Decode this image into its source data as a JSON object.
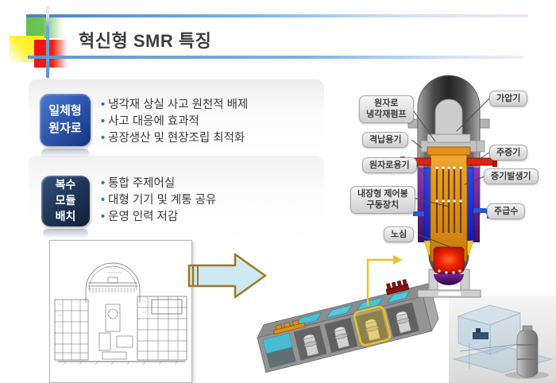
{
  "slide_title": "혁신형 SMR 특징",
  "left_panel": {
    "groups": [
      {
        "badge_lines": [
          "일체형",
          "원자로"
        ],
        "bullets": [
          "냉각재 상실 사고 원천적 배제",
          "사고 대응에 효과적",
          "공장생산 및 현장조립 최적화"
        ]
      },
      {
        "badge_lines": [
          "복수",
          "모듈",
          "배치"
        ],
        "bullets": [
          "통합 주제어실",
          "대형 기기 및 계통 공유",
          "운영 인력 저감"
        ]
      }
    ]
  },
  "reactor_diagram": {
    "labels_left": [
      "원자로\n냉각재펌프",
      "격납용기",
      "원자로용기",
      "내장형 제어봉\n구동장치",
      "노심"
    ],
    "labels_right": [
      "가압기",
      "주증기",
      "증기발생기",
      "주급수"
    ]
  },
  "colors": {
    "accent_line_blue": "#5b97d5",
    "deco_green": "#66bf50",
    "deco_yellow": "#ffee00",
    "deco_red": "#ee1111",
    "badge_blue": "#2a52a8",
    "badge_navy": "#1d3354",
    "bullet_dot_blue": "#2e74c8",
    "arrow_fill": "#cfe9f2",
    "arrow_border": "#a07820",
    "highlight_yellow": "#f0c020",
    "pool_cyan": "#4cc2d8",
    "vessel_orange": "#e08a10",
    "core_red": "#d81800",
    "steam_pipe_red": "#dd2211",
    "feedwater_blue": "#2857d8"
  }
}
